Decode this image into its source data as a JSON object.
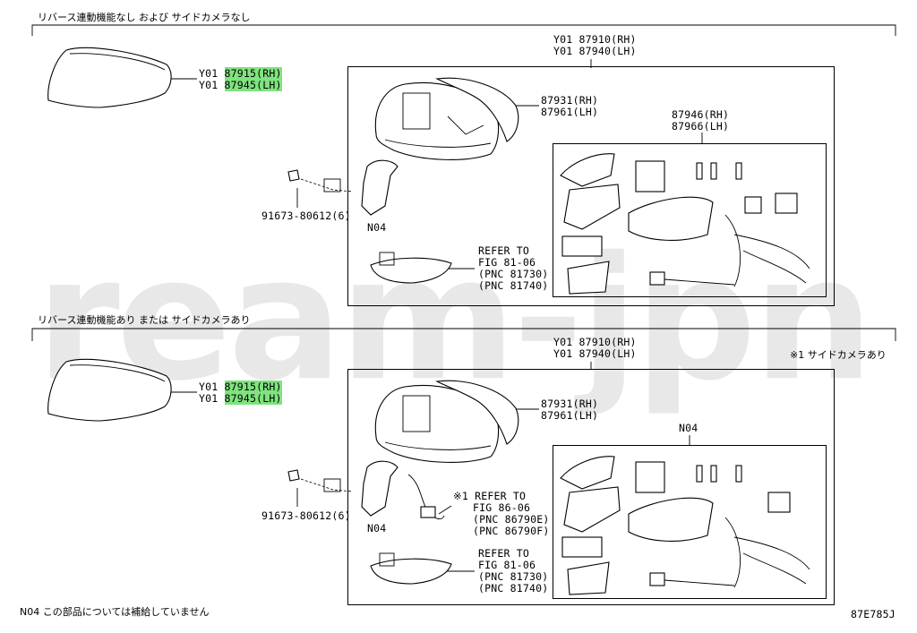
{
  "sections": [
    {
      "heading": "リバース連動機能なし および サイドカメラなし",
      "cover": {
        "prefix": "Y01",
        "rh_num": "87915",
        "rh_suffix": "(RH)",
        "lh_num": "87945",
        "lh_suffix": "(LH)"
      },
      "assembly": {
        "line1": "Y01 87910(RH)",
        "line2": "Y01 87940(LH)"
      },
      "housing": {
        "line1": "87931(RH)",
        "line2": "87961(LH)"
      },
      "subassembly": {
        "line1": "87946(RH)",
        "line2": "87966(LH)"
      },
      "screw": "91673-80612(6)",
      "note_part": "N04",
      "refer_turn": {
        "line1": "REFER TO",
        "line2": "FIG 81-06",
        "line3": "(PNC 81730)",
        "line4": "(PNC 81740)"
      }
    },
    {
      "heading": "リバース連動機能あり または サイドカメラあり",
      "cover": {
        "prefix": "Y01",
        "rh_num": "87915",
        "rh_suffix": "(RH)",
        "lh_num": "87945",
        "lh_suffix": "(LH)"
      },
      "assembly": {
        "line1": "Y01 87910(RH)",
        "line2": "Y01 87940(LH)"
      },
      "housing": {
        "line1": "87931(RH)",
        "line2": "87961(LH)"
      },
      "subassembly_label": "N04",
      "camera_note": "※1 サイドカメラあり",
      "screw": "91673-80612(6)",
      "note_part": "N04",
      "refer_camera": {
        "line1": "※1 REFER TO",
        "line2": "FIG 86-06",
        "line3": "(PNC 86790E)",
        "line4": "(PNC 86790F)"
      },
      "refer_turn": {
        "line1": "REFER TO",
        "line2": "FIG 81-06",
        "line3": "(PNC 81730)",
        "line4": "(PNC 81740)"
      }
    }
  ],
  "footer": {
    "note": "N04 この部品については補給していません",
    "code": "87E785J"
  },
  "watermark": "ream-jpn",
  "colors": {
    "highlight": "#7fe37f",
    "watermark": "#d6d6d6"
  }
}
